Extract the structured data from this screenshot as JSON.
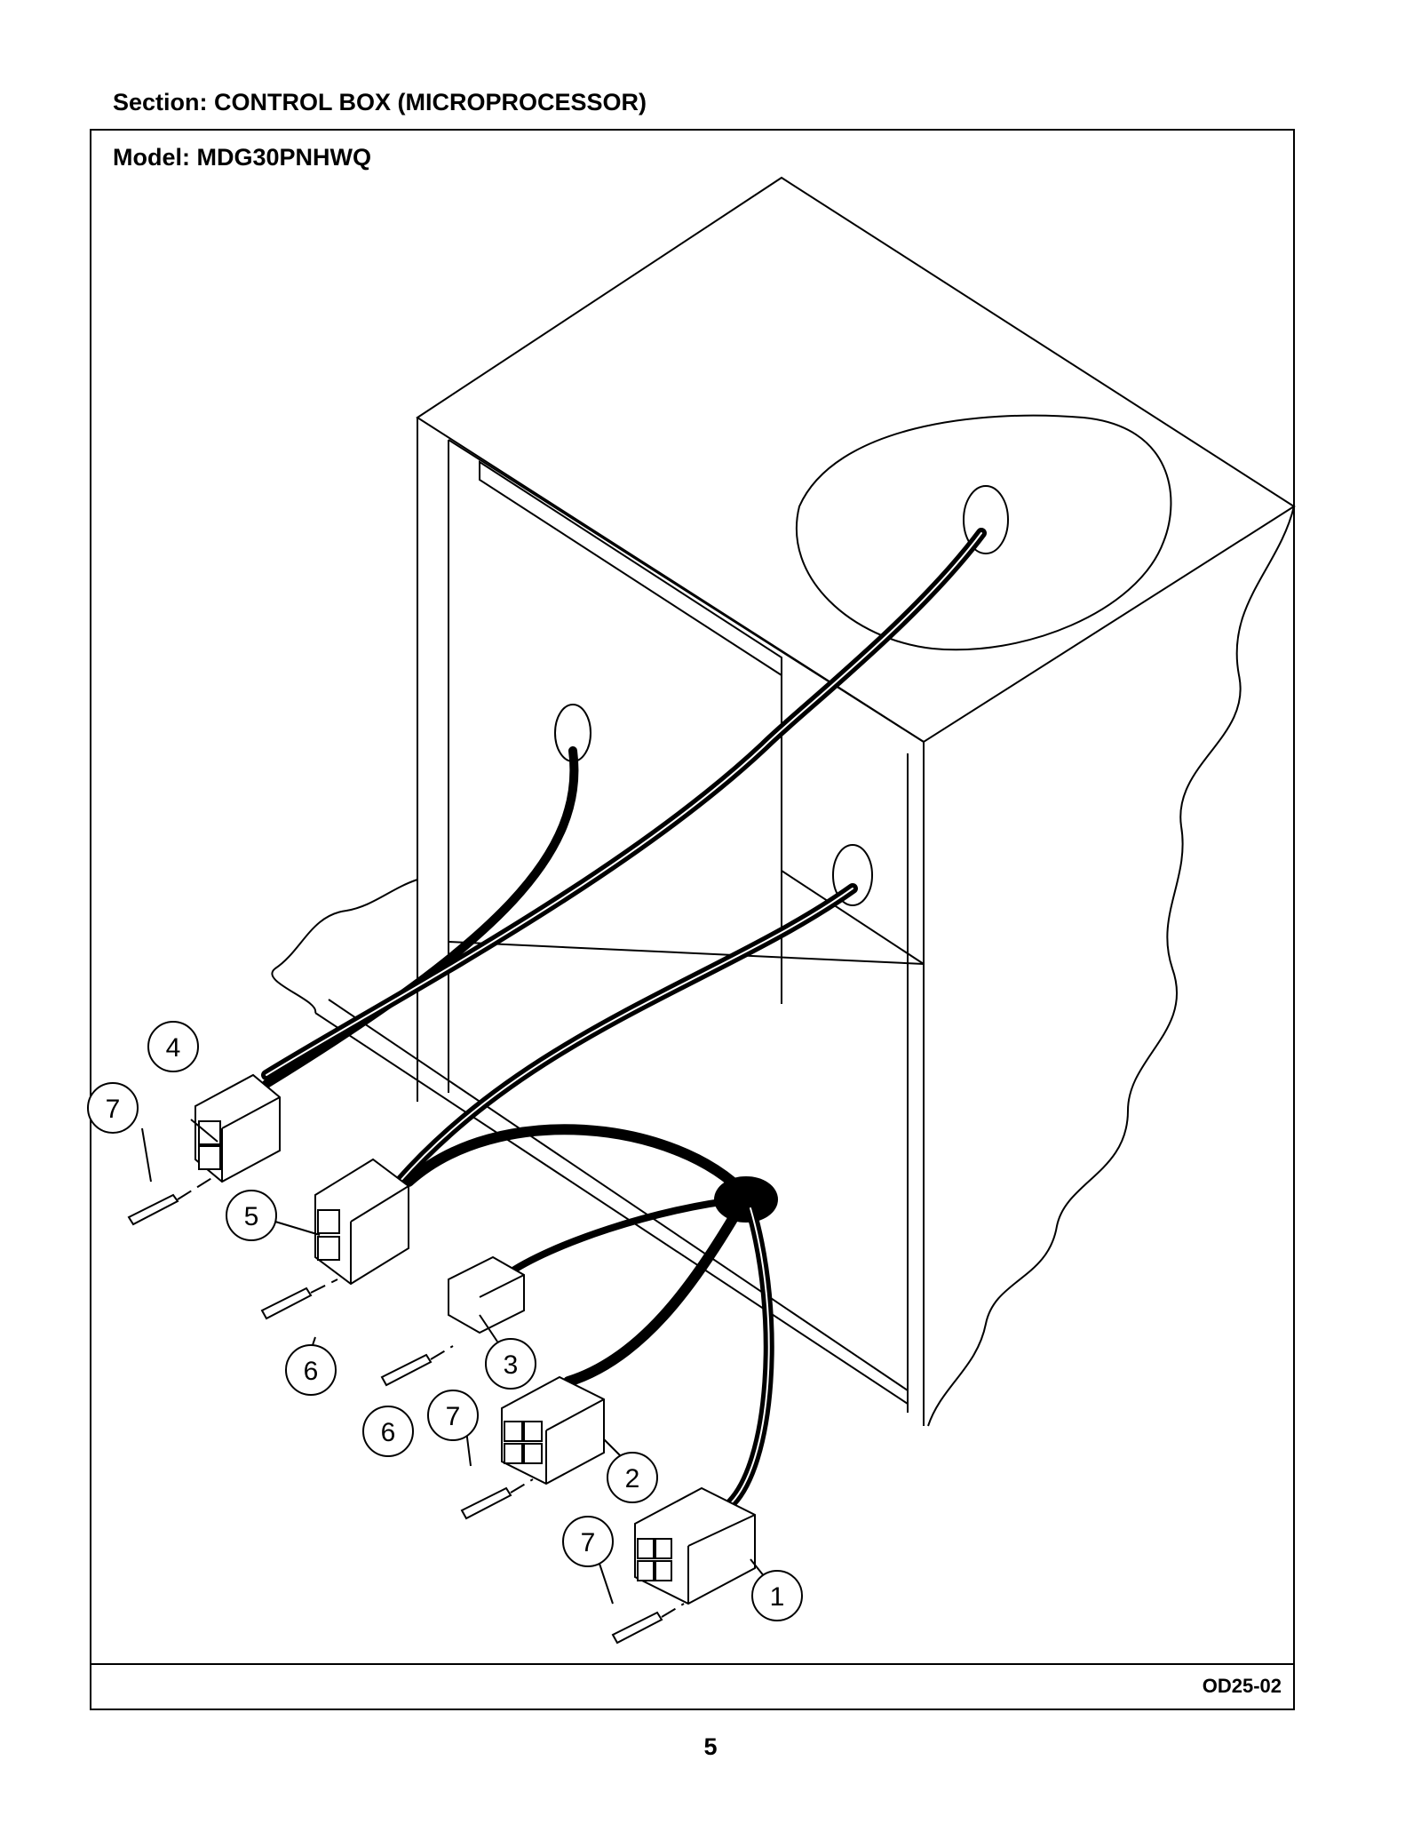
{
  "header": {
    "section": "Section:  CONTROL BOX (MICROPROCESSOR)"
  },
  "frame": {
    "model": "Model:  MDG30PNHWQ",
    "code": "OD25-02"
  },
  "page_number": "5",
  "callouts": [
    "4",
    "7",
    "5",
    "6",
    "3",
    "6",
    "7",
    "2",
    "7",
    "1"
  ]
}
